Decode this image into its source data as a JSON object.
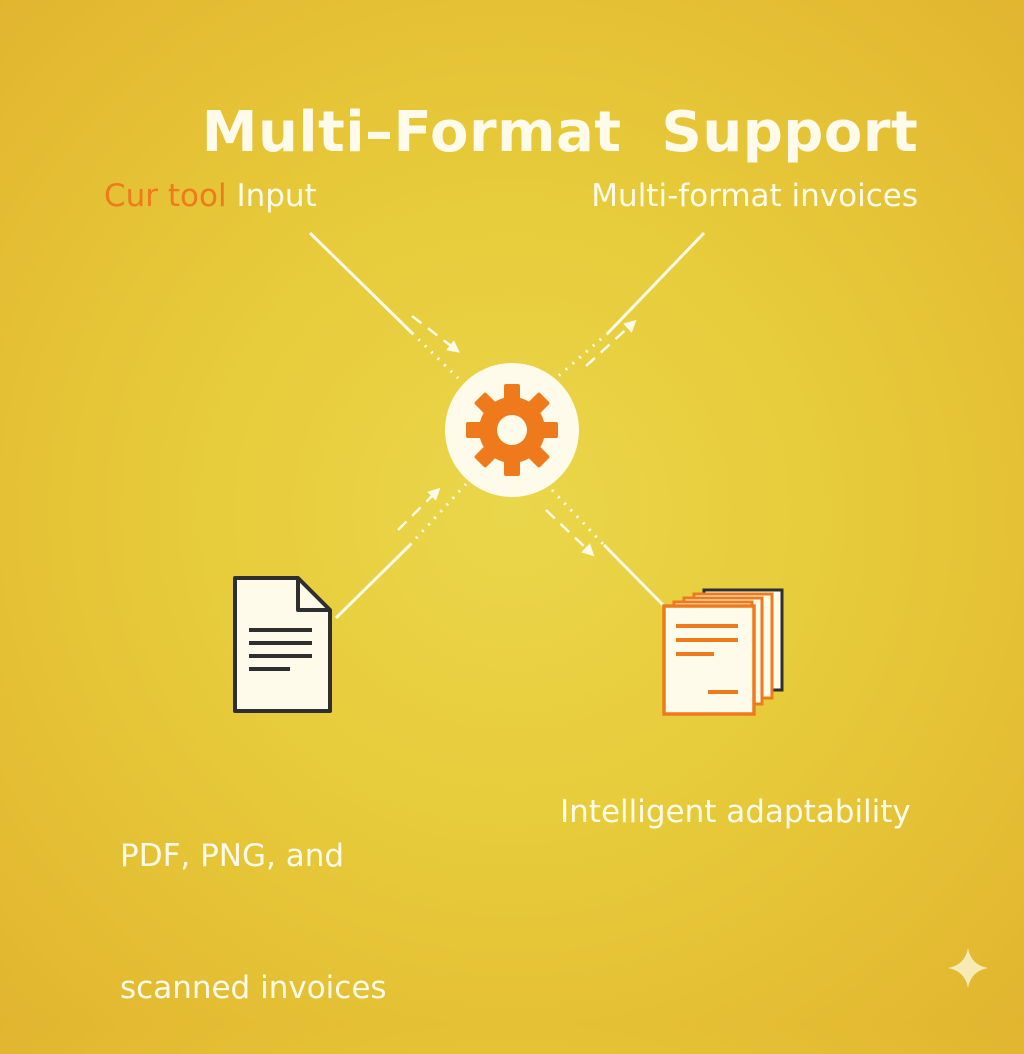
{
  "title": "Multi–Format  Support",
  "top_left": {
    "accent": "Cur tool",
    "text": " Input"
  },
  "top_right": {
    "text": "Multi-format invoices"
  },
  "bottom_left": {
    "line1": "PDF, PNG, and",
    "line2": "scanned invoices"
  },
  "bottom_right": {
    "text": "Intelligent adaptability"
  },
  "colors": {
    "accent": "#ee7a1c",
    "text": "#fffbea",
    "background": "#e7cb3a"
  },
  "icons": [
    "gear-icon",
    "document-icon",
    "stacked-documents-icon",
    "sparkle-icon"
  ]
}
